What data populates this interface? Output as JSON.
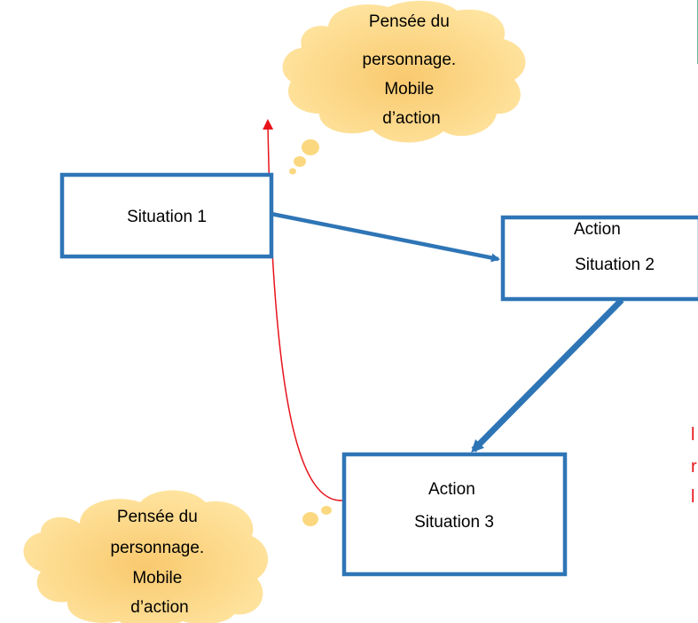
{
  "colors": {
    "box_border": "#2e75b6",
    "arrow_blue": "#2e75b6",
    "arrow_red": "#e8131b",
    "cloud_fill": "#ffe29a",
    "cloud_fill_center": "#fbd27a",
    "green_bar": "#6fb79a"
  },
  "boxes": {
    "situation1": {
      "line1": "Situation 1"
    },
    "situation2": {
      "line1": "Action",
      "line2": "Situation 2"
    },
    "situation3": {
      "line1": "Action",
      "line2": "Situation 3"
    }
  },
  "clouds": {
    "top": {
      "line1": "Pensée du",
      "line2": "personnage.",
      "line3": "Mobile",
      "line4": "d’action"
    },
    "bottom": {
      "line1": "Pensée du",
      "line2": "personnage.",
      "line3": "Mobile",
      "line4": "d’action"
    }
  },
  "edge_marks": {
    "line1": "l",
    "line2": "r",
    "line3": "l"
  }
}
